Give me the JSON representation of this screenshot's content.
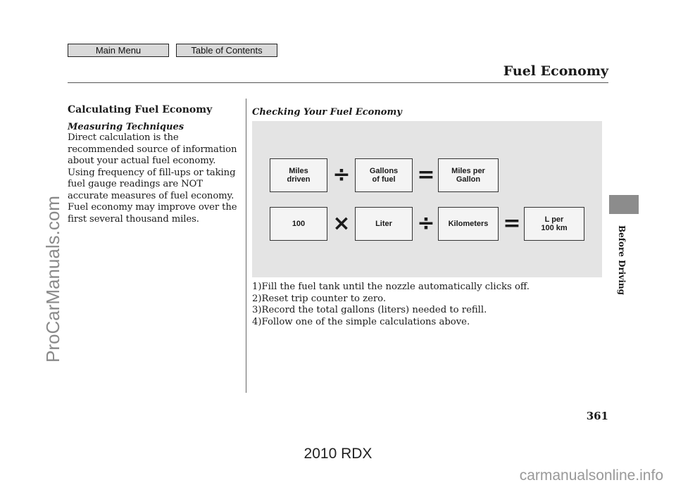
{
  "nav": {
    "main_menu": "Main Menu",
    "table_of_contents": "Table of Contents"
  },
  "header": {
    "section_title": "Fuel Economy"
  },
  "side_tab": {
    "label": "Before Driving"
  },
  "left": {
    "heading": "Calculating Fuel Economy",
    "subheading": "Measuring Techniques",
    "lines": [
      "Direct calculation is the",
      "recommended source of information",
      "about your actual fuel economy.",
      "Using frequency of fill-ups or taking",
      "fuel gauge readings are NOT",
      "accurate measures of fuel economy.",
      "Fuel economy may improve over the",
      "first several thousand miles."
    ]
  },
  "right": {
    "title": "Checking Your Fuel Economy",
    "diagram": {
      "row1": {
        "box1": "Miles\ndriven",
        "op1": "÷",
        "box2": "Gallons\nof fuel",
        "op2": "=",
        "box3": "Miles per\nGallon"
      },
      "row2": {
        "box1": "100",
        "op1": "×",
        "box2": "Liter",
        "op2": "÷",
        "box3": "Kilometers",
        "op3": "=",
        "box4": "L per\n100 km"
      }
    },
    "steps": [
      "1)Fill the fuel tank until the nozzle automatically clicks off.",
      "2)Reset trip counter to zero.",
      "3)Record the total gallons (liters) needed to refill.",
      "4)Follow one of the simple calculations above."
    ]
  },
  "footer": {
    "page_number": "361",
    "model": "2010 RDX"
  },
  "watermarks": {
    "left": "ProCarManuals.com",
    "bottom": "carmanualsonline.info"
  }
}
